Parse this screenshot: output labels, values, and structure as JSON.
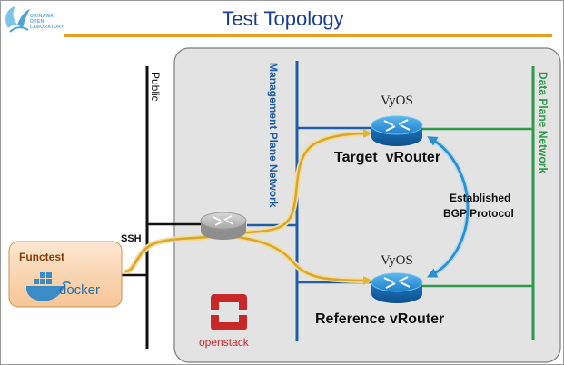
{
  "title": "Test Topology",
  "logo": {
    "lines": [
      "OKINAWA",
      "OPEN",
      "LABORATORY"
    ]
  },
  "labels": {
    "public": "Public",
    "management": "Management Plane Network",
    "data_plane": "Data Plane Network",
    "ssh": "SSH",
    "target": "Target  vRouter",
    "reference": "Reference vRouter",
    "established": "Established",
    "bgp": "BGP Protocol",
    "vyos_top": "VyOS",
    "vyos_bottom": "VyOS",
    "functest": "Functest",
    "docker": "docker",
    "openstack": "openstack"
  },
  "colors": {
    "title": "#1a3f8f",
    "underline": "#e8a020",
    "openstack_area": "#e3e3e3",
    "management_net": "#1f5fa8",
    "data_net": "#2e9a4a",
    "ssh_path": "#e2b43a",
    "bgp_arrow": "#2b8fd0",
    "functest_box": "#fad7b5",
    "openstack_logo": "#c8282a",
    "router": "#1f86d2"
  }
}
